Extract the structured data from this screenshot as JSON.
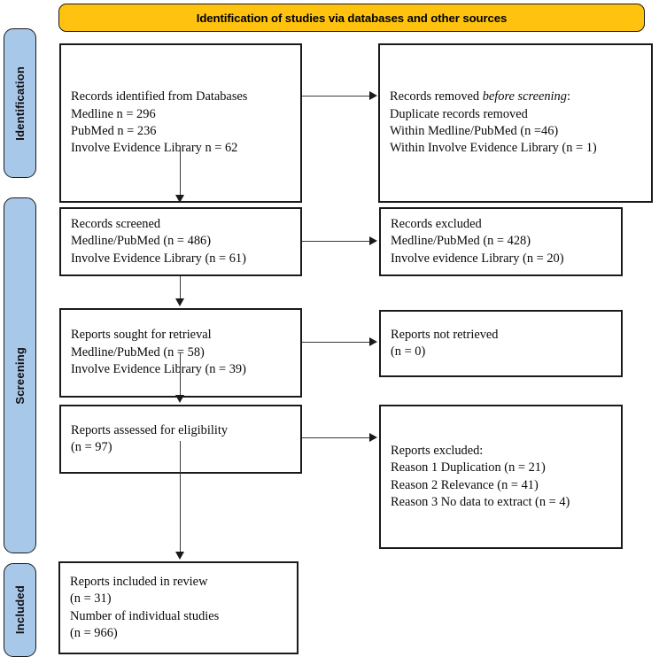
{
  "banner": {
    "title": "Identification of studies via databases and other sources",
    "bg_color": "#FFC20E"
  },
  "stages": [
    {
      "id": "identification",
      "label": "Identification",
      "bg_color": "#A8C8EA"
    },
    {
      "id": "screening",
      "label": "Screening",
      "bg_color": "#A8C8EA"
    },
    {
      "id": "included",
      "label": "Included",
      "bg_color": "#A8C8EA"
    }
  ],
  "boxes": {
    "identified": {
      "name": "records-identified-box",
      "lines": [
        "Records identified from Databases",
        "Medline n = 296",
        "PubMed n = 236",
        "Involve Evidence Library n = 62"
      ]
    },
    "removed": {
      "name": "records-removed-box",
      "lines": [
        "Records removed before screening:",
        "Duplicate records removed",
        "Within Medline/PubMed (n =46)",
        "Within Involve Evidence Library (n = 1)"
      ],
      "italic_segment": "before screening"
    },
    "screened": {
      "name": "records-screened-box",
      "lines": [
        "Records screened",
        "Medline/PubMed (n = 486)",
        "Involve Evidence Library (n = 61)"
      ]
    },
    "excluded": {
      "name": "records-excluded-box",
      "lines": [
        "Records excluded",
        "Medline/PubMed (n = 428)",
        "Involve evidence Library (n = 20)"
      ]
    },
    "sought": {
      "name": "reports-sought-box",
      "lines": [
        "Reports sought for retrieval",
        "Medline/PubMed (n = 58)",
        "Involve Evidence Library (n = 39)"
      ]
    },
    "not_retrieved": {
      "name": "reports-not-retrieved-box",
      "lines": [
        "Reports not retrieved",
        "(n = 0)"
      ]
    },
    "assessed": {
      "name": "reports-assessed-box",
      "lines": [
        "Reports assessed for eligibility",
        "(n = 97)"
      ]
    },
    "reports_excluded": {
      "name": "reports-excluded-box",
      "lines": [
        "Reports excluded:",
        "Reason 1 Duplication (n = 21)",
        "Reason 2 Relevance (n = 41)",
        "Reason 3 No data to extract (n = 4)"
      ]
    },
    "included": {
      "name": "reports-included-box",
      "lines": [
        "Reports included in review",
        "(n = 31)",
        "Number of individual studies",
        "(n = 966)"
      ]
    }
  },
  "connectors": {
    "down_arrows": 4,
    "right_arrows": 4,
    "line_color": "#3a3a3a"
  }
}
